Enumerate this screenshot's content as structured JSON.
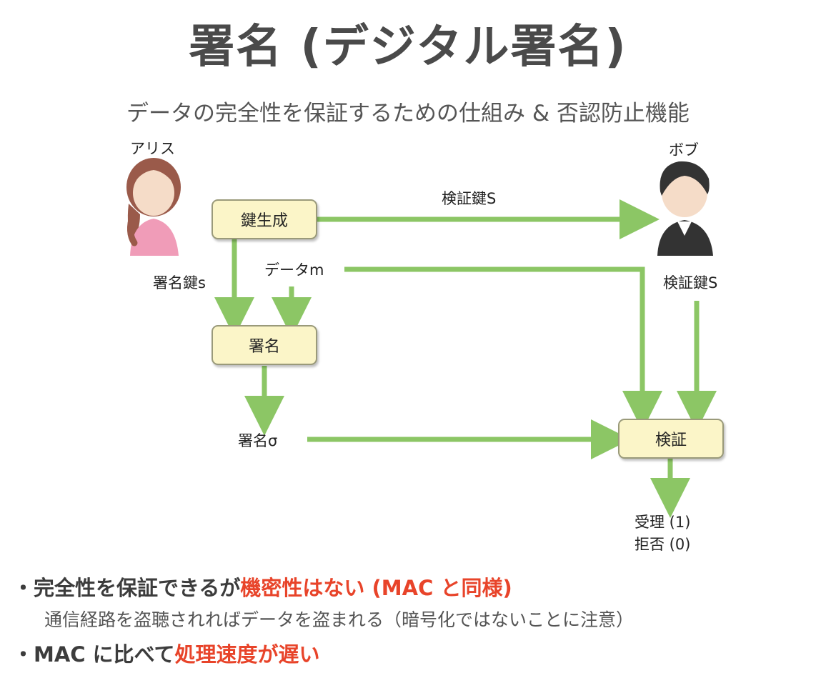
{
  "title": "署名 (デジタル署名)",
  "subtitle": "データの完全性を保証するための仕組み & 否認防止機能",
  "diagram": {
    "alice_label": "アリス",
    "bob_label": "ボブ",
    "keygen_box": "鍵生成",
    "sign_box": "署名",
    "verify_box": "検証",
    "verify_key_top": "検証鍵S",
    "verify_key_bob": "検証鍵S",
    "signing_key": "署名鍵s",
    "data_m": "データm",
    "signature": "署名σ",
    "accept": "受理 (1)",
    "reject": "拒否 (0)"
  },
  "bullets": {
    "b1_prefix": "・完全性を保証できるが",
    "b1_red": "機密性はない (MAC と同様)",
    "b1_note": "通信経路を盗聴されればデータを盗まれる（暗号化ではないことに注意）",
    "b2_prefix": "・MAC に比べて",
    "b2_red": "処理速度が遅い"
  },
  "colors": {
    "arrow": "#8cc665",
    "box_fill": "#fbf5c8",
    "accent_red": "#e8442a"
  }
}
